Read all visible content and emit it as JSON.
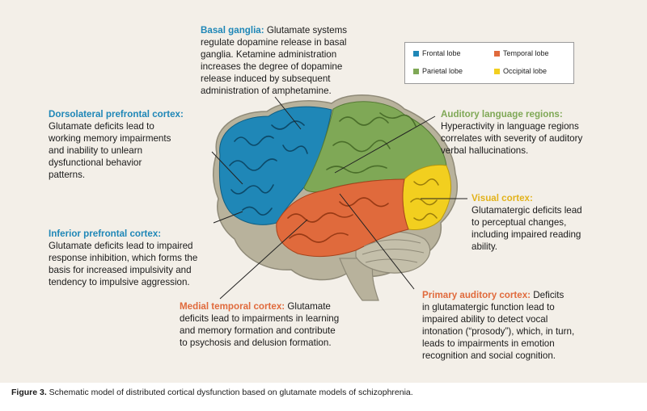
{
  "legend": {
    "items": [
      {
        "label": "Frontal lobe",
        "color": "#1f87b7"
      },
      {
        "label": "Temporal lobe",
        "color": "#e06a3c"
      },
      {
        "label": "Parietal lobe",
        "color": "#7fa856"
      },
      {
        "label": "Occipital lobe",
        "color": "#f2cf1f"
      }
    ]
  },
  "callouts": {
    "basal_ganglia": {
      "title": "Basal ganglia:",
      "color": "#1f87b7",
      "lines": [
        " Glutamate systems",
        "regulate dopamine release in basal",
        "ganglia. Ketamine administration",
        "increases the degree of dopamine",
        "release induced by subsequent",
        "administration of amphetamine."
      ]
    },
    "dorsolateral": {
      "title": "Dorsolateral prefrontal cortex:",
      "color": "#1f87b7",
      "lines": [
        "",
        "Glutamate deficits lead to",
        "working memory impairments",
        "and inability to unlearn",
        "dysfunctional behavior",
        "patterns."
      ]
    },
    "inferior": {
      "title": "Inferior prefrontal cortex:",
      "color": "#1f87b7",
      "lines": [
        "",
        "Glutamate deficits lead to impaired",
        "response inhibition, which forms the",
        "basis for increased impulsivity and",
        "tendency to impulsive aggression."
      ]
    },
    "auditory_language": {
      "title": "Auditory language regions:",
      "color": "#7fa856",
      "lines": [
        "",
        "Hyperactivity in language regions",
        "correlates with severity of auditory",
        "verbal hallucinations."
      ]
    },
    "visual": {
      "title": "Visual cortex:",
      "color": "#e2b21a",
      "lines": [
        "",
        "Glutamatergic deficits lead",
        "to perceptual changes,",
        "including impaired reading",
        "ability."
      ]
    },
    "medial_temporal": {
      "title": "Medial temporal cortex:",
      "color": "#e06a3c",
      "lines": [
        " Glutamate",
        "deficits lead to impairments in learning",
        "and memory formation and contribute",
        "to psychosis and delusion formation."
      ]
    },
    "primary_auditory": {
      "title": "Primary auditory cortex:",
      "color": "#e06a3c",
      "lines": [
        " Deficits",
        "in glutamatergic function lead to",
        "impaired ability to detect vocal",
        "intonation (“prosody”), which, in turn,",
        "leads to impairments in emotion",
        "recognition and social cognition."
      ]
    }
  },
  "caption": {
    "label": "Figure 3.",
    "text": " Schematic model of distributed cortical dysfunction based on glutamate models of schizophrenia."
  }
}
